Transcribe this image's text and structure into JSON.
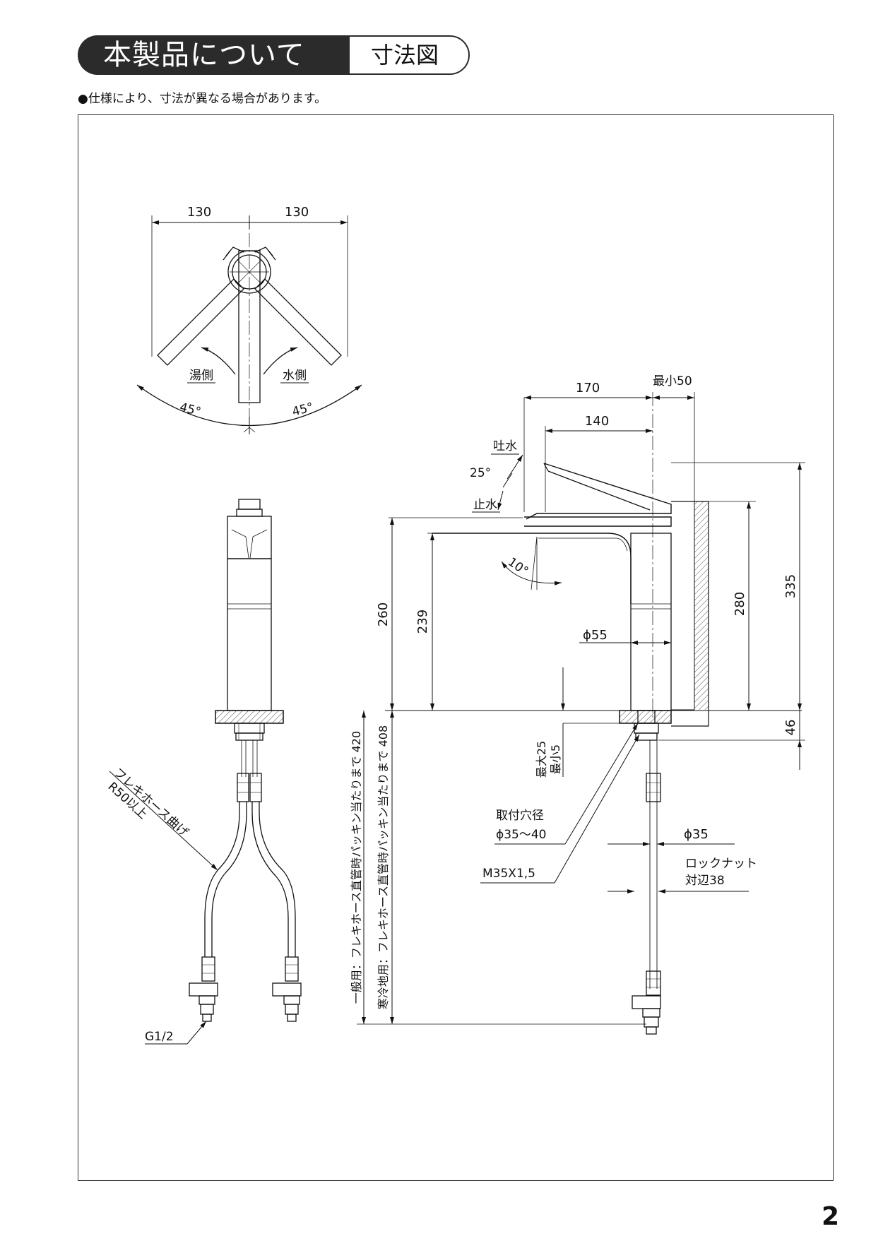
{
  "header": {
    "title": "本製品について",
    "subtitle": "寸法図",
    "note": "●仕様により、寸法が異なる場合があります。"
  },
  "page_number": "2",
  "top_view": {
    "dim_left": "130",
    "dim_right": "130",
    "hot_label": "湯側",
    "cold_label": "水側",
    "angle_left": "45°",
    "angle_right": "45°"
  },
  "front_view": {
    "hose_bend": "フレキホース曲げ",
    "hose_bend_radius": "R50以上",
    "thread": "G1/2"
  },
  "side_view": {
    "dim_170": "170",
    "dim_min50": "最小50",
    "dim_140": "140",
    "spout_label": "吐水",
    "angle_25": "25°",
    "stop_label": "止水",
    "angle_10": "10°",
    "dim_260": "260",
    "dim_239": "239",
    "dia_55": "ϕ55",
    "dim_280": "280",
    "dim_335": "335",
    "dim_46": "46",
    "max25": "最大25",
    "min5": "最小5",
    "hole_label": "取付穴径",
    "hole_dia": "ϕ35〜40",
    "dia_35": "ϕ35",
    "thread": "M35X1,5",
    "locknut": "ロックナット",
    "locknut_size": "対辺38",
    "hose_general": "一般用：フレキホース直管時パッキン当たりまで 420",
    "hose_cold": "寒冷地用：フレキホース直管時パッキン当たりまで 408"
  }
}
